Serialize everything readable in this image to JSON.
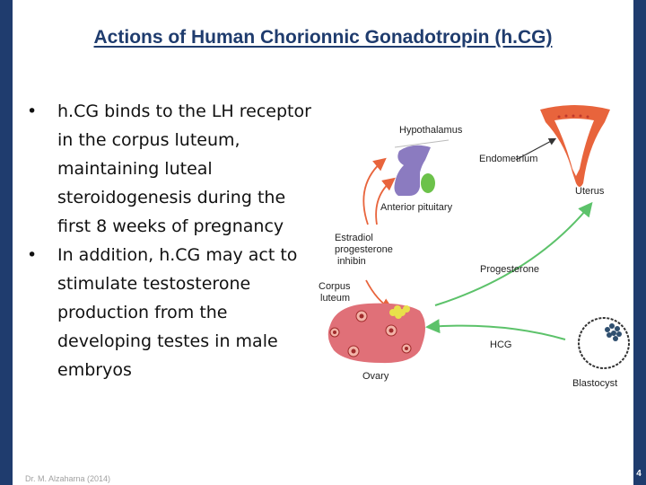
{
  "slide": {
    "title": "Actions of Human Chorionnic Gonadotropin (h.CG)",
    "bullets": [
      "h.CG binds to the LH receptor in the corpus luteum, maintaining luteal steroidogenesis during the first 8 weeks of pregnancy",
      "In addition, h.CG may act to stimulate testosterone production from the developing testes in male embryos"
    ],
    "footer": "Dr. M. Alzaharna (2014)",
    "page_number": "4"
  },
  "diagram": {
    "hypothalamus": "Hypothalamus",
    "anterior_pituitary": "Anterior pituitary",
    "endometrium": "Endometrium",
    "uterus": "Uterus",
    "feedback_line1": "Estradiol",
    "feedback_line2": "progesterone",
    "feedback_line3": "inhibin",
    "progesterone": "Progesterone",
    "corpus_line1": "Corpus",
    "corpus_line2": "luteum",
    "hcg": "HCG",
    "ovary": "Ovary",
    "blastocyst": "Blastocyst",
    "colors": {
      "orange_arrow": "#e8643c",
      "green_arrow": "#5cc26a",
      "ovary": "#e07078",
      "pituitary": "#8b7bc0",
      "uterus": "#e8643c"
    }
  }
}
